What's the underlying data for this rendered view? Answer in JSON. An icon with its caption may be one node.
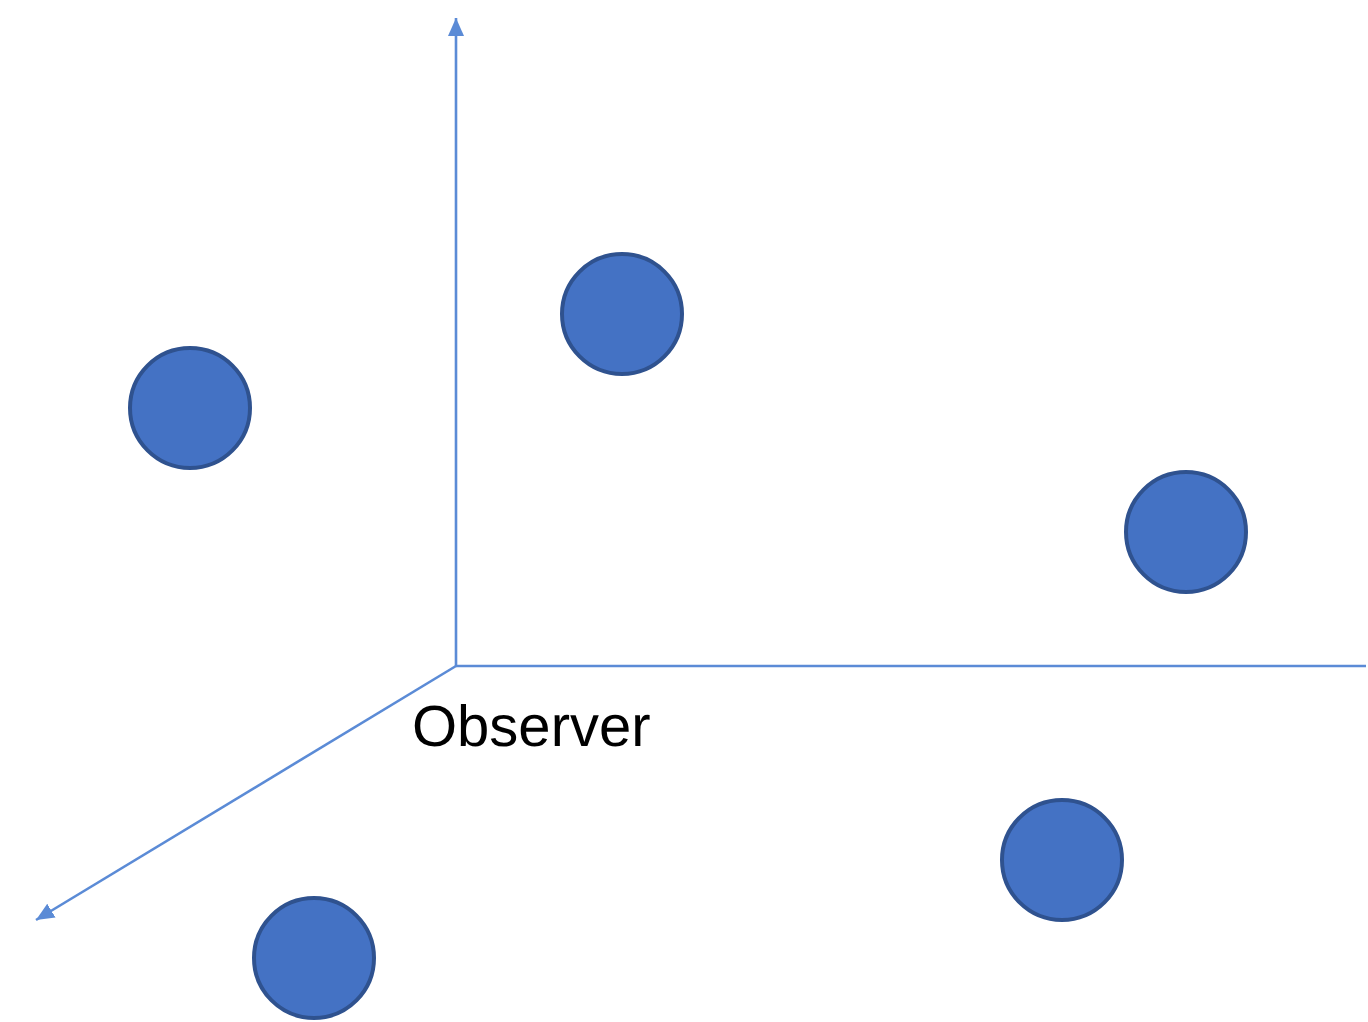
{
  "diagram": {
    "nodes": [
      {
        "text": [],
        "shape": "circle"
      },
      {
        "text": [],
        "shape": "circle"
      },
      {
        "text": [],
        "shape": "circle"
      },
      {
        "text": [],
        "shape": "circle"
      },
      {
        "text": [],
        "shape": "circle"
      }
    ],
    "labels": [
      "Observer"
    ]
  }
}
